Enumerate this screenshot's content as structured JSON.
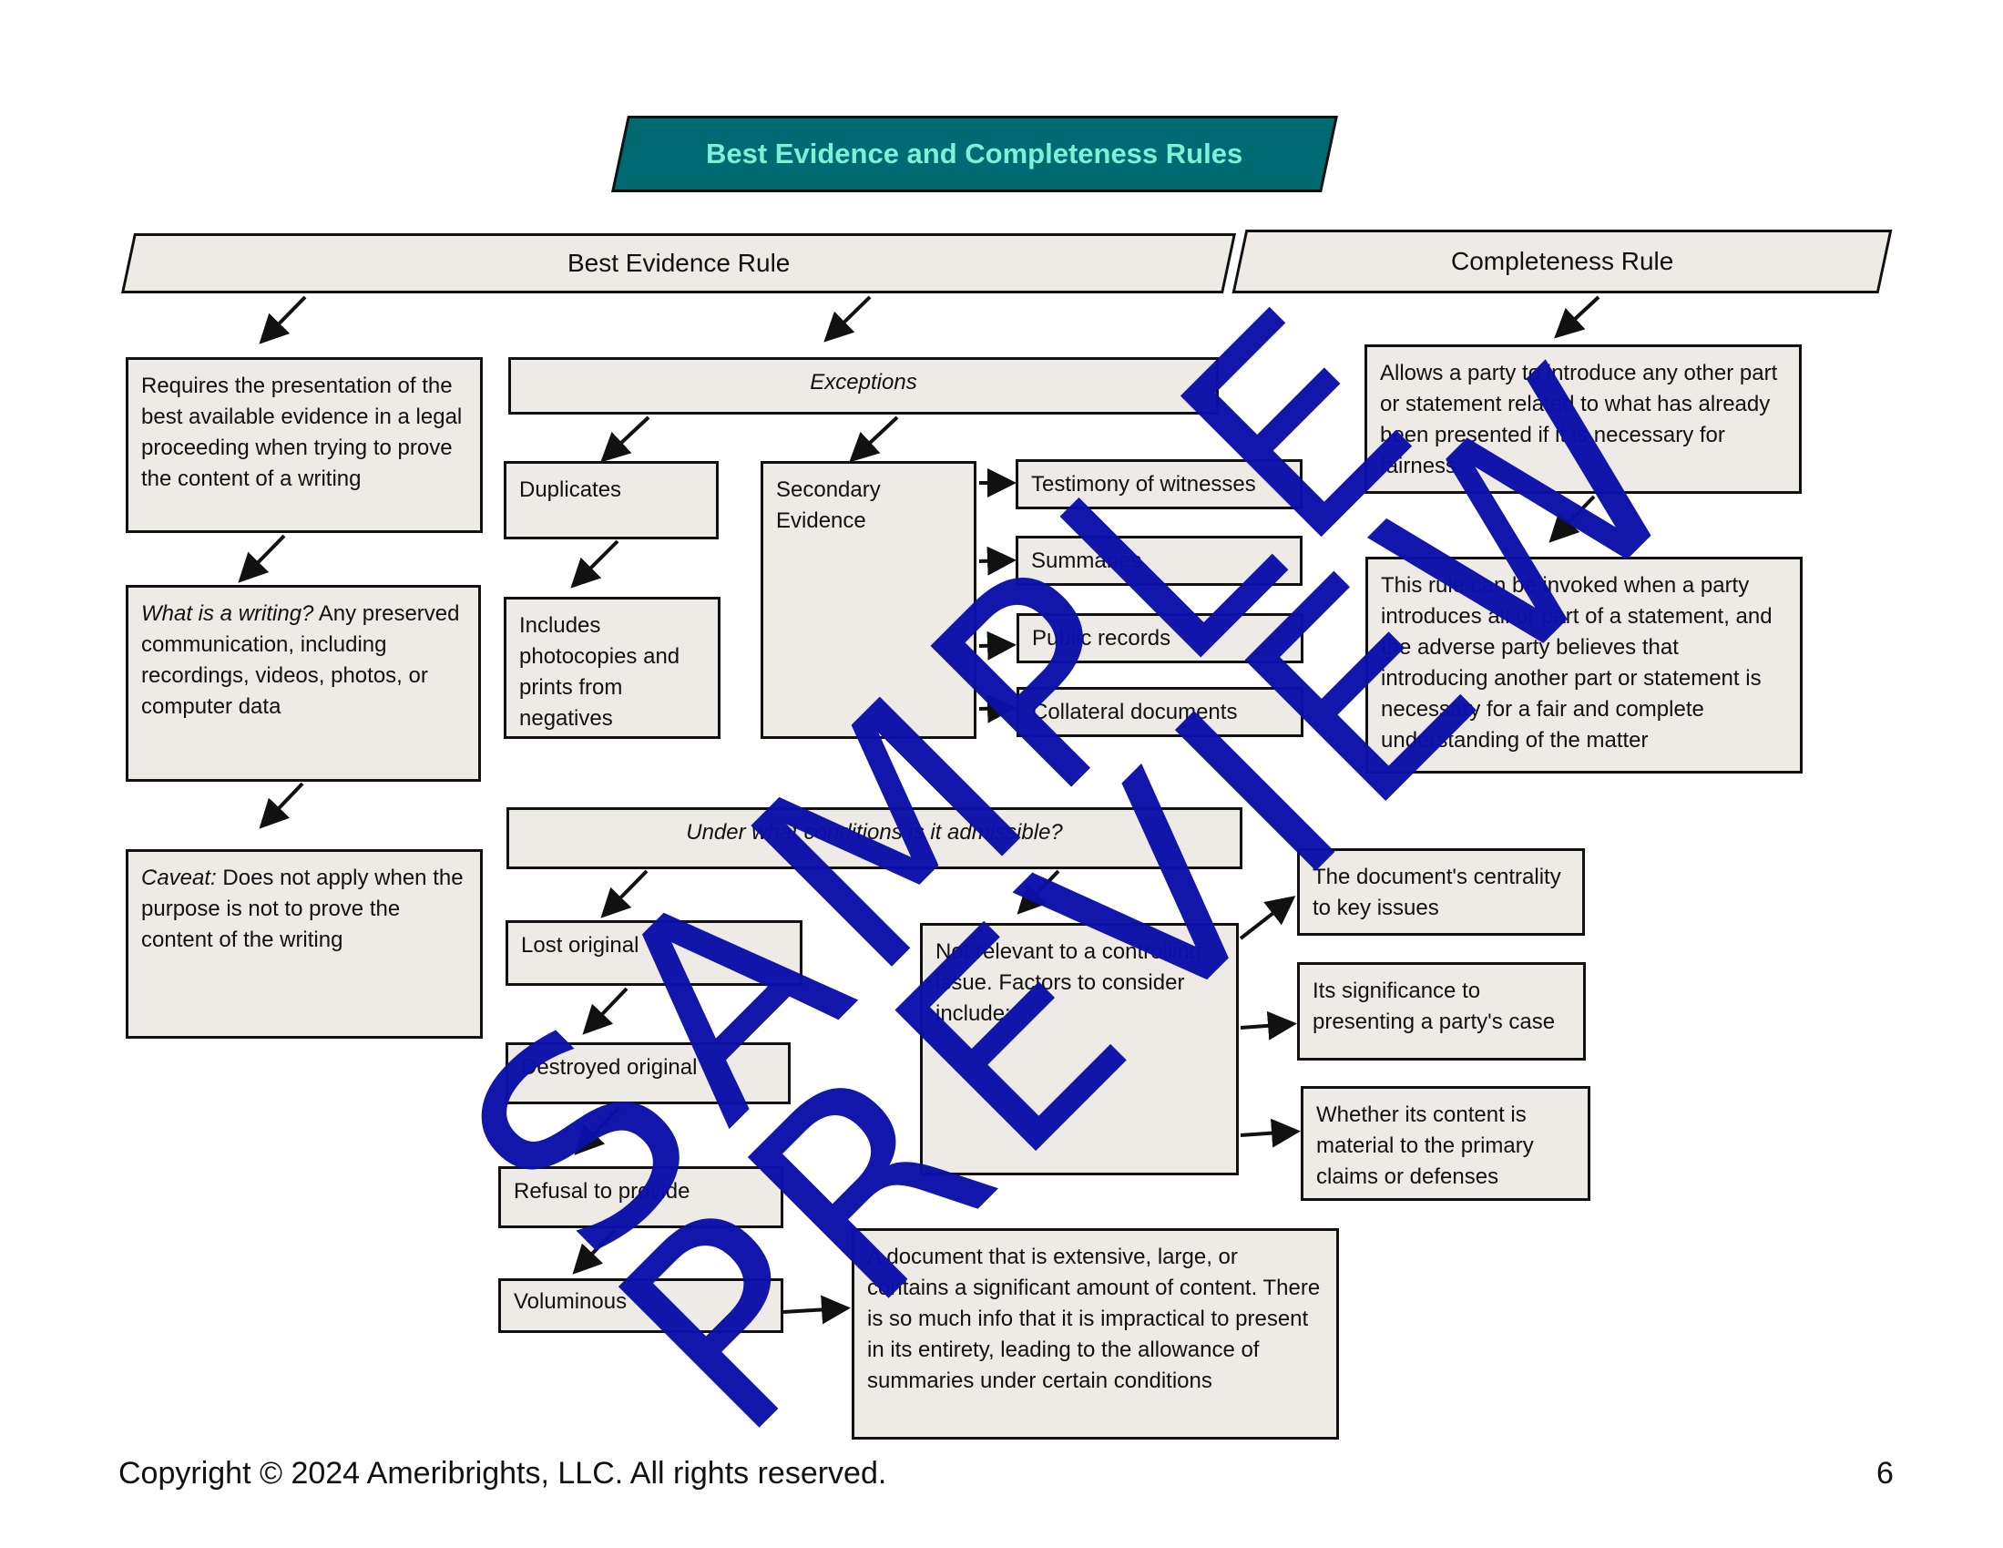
{
  "title": "Best Evidence and Completeness Rules",
  "headers": {
    "best_evidence": "Best Evidence Rule",
    "completeness": "Completeness Rule"
  },
  "best": {
    "definition": "Requires the presentation of the best available evidence in a legal proceeding when trying to prove the content of a writing",
    "writing_label": "What is a writing?",
    "writing_text": " Any preserved communication, including recordings, videos, photos, or computer data",
    "caveat_label": "Caveat:",
    "caveat_text": " Does not apply when the purpose is not to prove the content of the writing",
    "exceptions": "Exceptions",
    "duplicates": "Duplicates",
    "duplicates_desc": "Includes photocopies and prints from negatives",
    "secondary": "Secondary Evidence",
    "secondary_items": [
      "Testimony of witnesses",
      "Summaries",
      "Public records",
      "Collateral documents"
    ],
    "conditions": "Under what conditions is it admissible?",
    "condition_items": [
      "Lost original",
      "Destroyed original",
      "Refusal to provide",
      "Voluminous"
    ],
    "voluminous_desc": "A document that is extensive, large, or contains a significant amount of content. There is so much info that it is impractical to present in its entirety, leading to the allowance of summaries under certain conditions",
    "not_relevant": "Not relevant to a controlling issue. Factors to consider include:",
    "factors": [
      "The document's centrality to key issues",
      "Its significance to presenting a party's case",
      "Whether its content is material to the primary claims or defenses"
    ]
  },
  "completeness": {
    "definition": "Allows a party to introduce any other part or statement related to what has already been presented if it is necessary for fairness",
    "invoked": "This rule can be invoked when a party introduces all or part of a statement, and the adverse party believes that introducing another part or statement is necessary for a fair and complete understanding of the matter"
  },
  "watermark": {
    "word1": "SAMPLE",
    "word2": "PREVIEW",
    "color": "#0b0fa8"
  },
  "footer": {
    "copyright": "Copyright © 2024 Ameribrights, LLC. All rights reserved.",
    "page": "6"
  },
  "colors": {
    "title_bg": "#006a72",
    "title_text": "#7ff0d8",
    "box_bg": "#eeebe7"
  }
}
